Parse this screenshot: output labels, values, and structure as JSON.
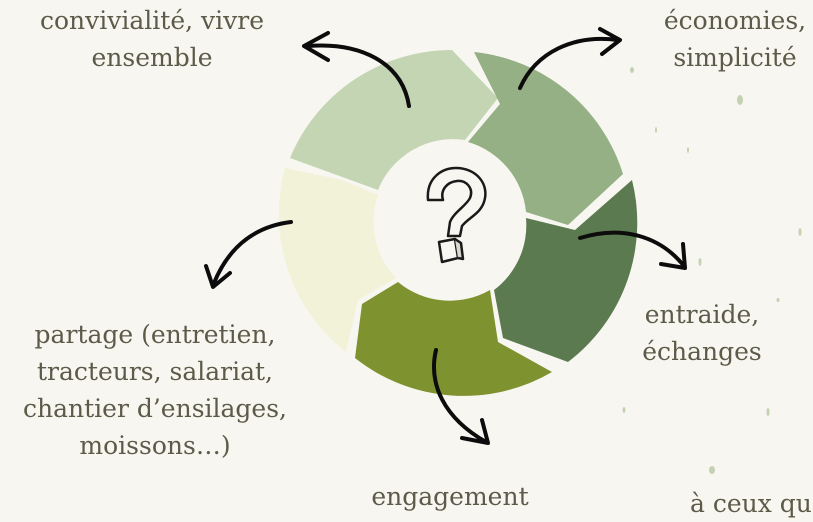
{
  "center_symbol": "?",
  "labels": {
    "top_left": [
      "convivialité, vivre",
      "ensemble"
    ],
    "top_right": [
      "économies,",
      "simplicité"
    ],
    "right": [
      "entraide,",
      "échanges"
    ],
    "left": [
      "partage (entretien,",
      "tracteurs, salariat,",
      "chantier d’ensilages,",
      "moissons…)"
    ],
    "bottom": [
      "engagement"
    ],
    "bottom_right_cut": [
      "à ceux qu"
    ]
  },
  "segment_colors": [
    "#c4d5b4",
    "#94b084",
    "#5b7a50",
    "#7f9230",
    "#f2f2d8"
  ],
  "arrow_color": "#0c0c0c"
}
